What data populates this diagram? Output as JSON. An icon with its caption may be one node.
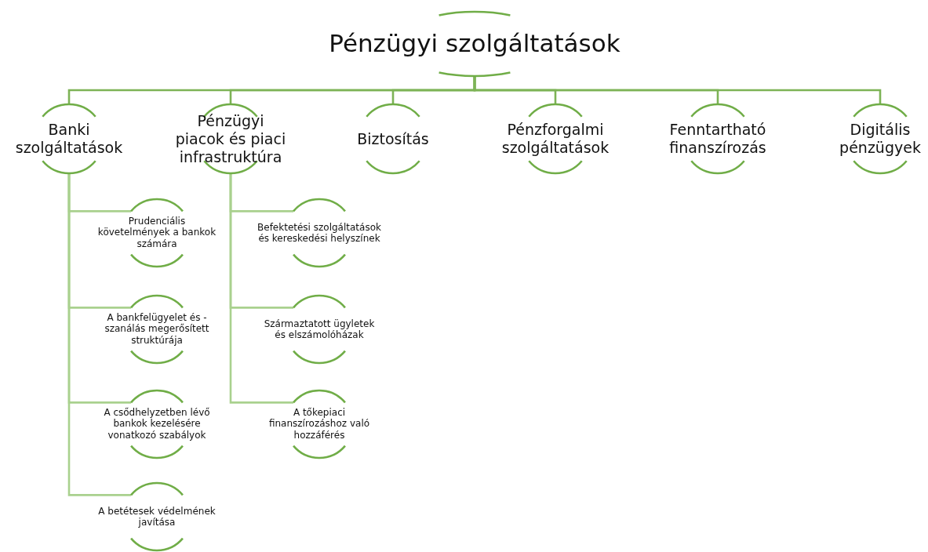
{
  "diagram": {
    "nodes": [
      {
        "text": [
          "Pénzügyi szolgáltatások"
        ]
      },
      {
        "text": [
          "Banki szolgáltatások"
        ]
      },
      {
        "text": [
          "Pénzügyi piacok és piaci infrastruktúra"
        ]
      },
      {
        "text": [
          "Biztosítás"
        ]
      },
      {
        "text": [
          "Pénzforgalmi szolgáltatások"
        ]
      },
      {
        "text": [
          "Fenntartható finanszírozás"
        ]
      },
      {
        "text": [
          "Digitális pénzügyek"
        ]
      },
      {
        "text": [
          "Prudenciális követelmények a bankok számára"
        ]
      },
      {
        "text": [
          "A bankfelügyelet és -szanálás megerősített struktúrája"
        ]
      },
      {
        "text": [
          "A csődhelyzetben lévő bankok kezelésére vonatkozó szabályok"
        ]
      },
      {
        "text": [
          "A betétesek védelmének javítása"
        ]
      },
      {
        "text": [
          "Befektetési szolgáltatások és kereskedési helyszínek"
        ]
      },
      {
        "text": [
          "Származtatott ügyletek és elszámolóházak"
        ]
      },
      {
        "text": [
          "A tőkepiaci finanszírozáshoz való hozzáférés"
        ]
      }
    ],
    "edges": [
      {
        "from": 0,
        "to": 1,
        "arrow": "none",
        "color": "#7db356"
      },
      {
        "from": 0,
        "to": 2,
        "arrow": "none",
        "color": "#7db356"
      },
      {
        "from": 0,
        "to": 3,
        "arrow": "none",
        "color": "#7db356"
      },
      {
        "from": 0,
        "to": 4,
        "arrow": "none",
        "color": "#7db356"
      },
      {
        "from": 0,
        "to": 5,
        "arrow": "none",
        "color": "#7db356"
      },
      {
        "from": 0,
        "to": 6,
        "arrow": "none",
        "color": "#7db356"
      },
      {
        "from": 1,
        "to": 7,
        "arrow": "none"
      },
      {
        "from": 1,
        "to": 8,
        "arrow": "none"
      },
      {
        "from": 1,
        "to": 9,
        "arrow": "none"
      },
      {
        "from": 1,
        "to": 10,
        "arrow": "none"
      },
      {
        "from": 2,
        "to": 11,
        "arrow": "none"
      },
      {
        "from": 2,
        "to": 12,
        "arrow": "none"
      },
      {
        "from": 2,
        "to": 13,
        "arrow": "none"
      }
    ]
  }
}
